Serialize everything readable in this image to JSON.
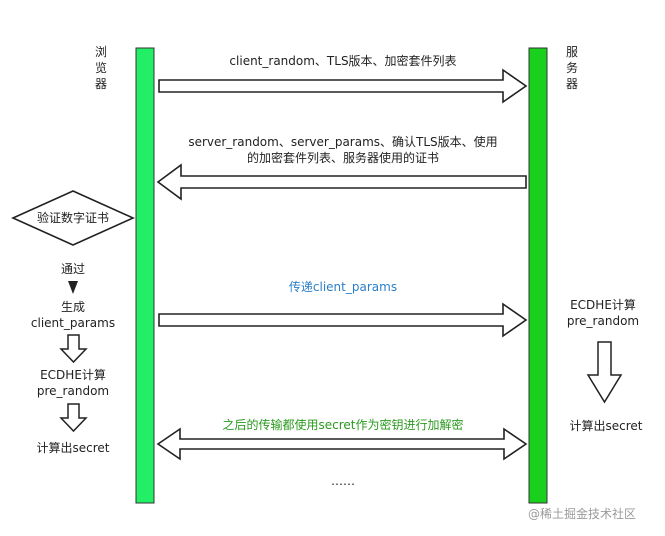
{
  "actors": {
    "browser": "浏览器",
    "server": "服务器"
  },
  "messages": {
    "client_hello": "client_random、TLS版本、加密套件列表",
    "server_hello_line1": "server_random、server_params、确认TLS版本、使用",
    "server_hello_line2": "的加密套件列表、服务器使用的证书",
    "pass_params": "传递client_params",
    "encrypted": "之后的传输都使用secret作为密钥进行加解密",
    "ellipsis": "……"
  },
  "client_steps": {
    "verify": "验证数字证书",
    "passed": "通过",
    "generate_line1": "生成",
    "generate_line2": "client_params",
    "ecdhe_line1": "ECDHE计算",
    "ecdhe_line2": "pre_random",
    "compute_secret": "计算出secret"
  },
  "server_steps": {
    "ecdhe_line1": "ECDHE计算",
    "ecdhe_line2": "pre_random",
    "compute_secret": "计算出secret"
  },
  "watermark": "@稀土掘金技术社区",
  "colors": {
    "browser_bar": "#22ee66",
    "server_bar": "#19d11c",
    "bar_border": "#333333",
    "arrow_stroke": "#222222",
    "blue_text": "#2b7fc8",
    "green_text": "#2a9a1e"
  }
}
